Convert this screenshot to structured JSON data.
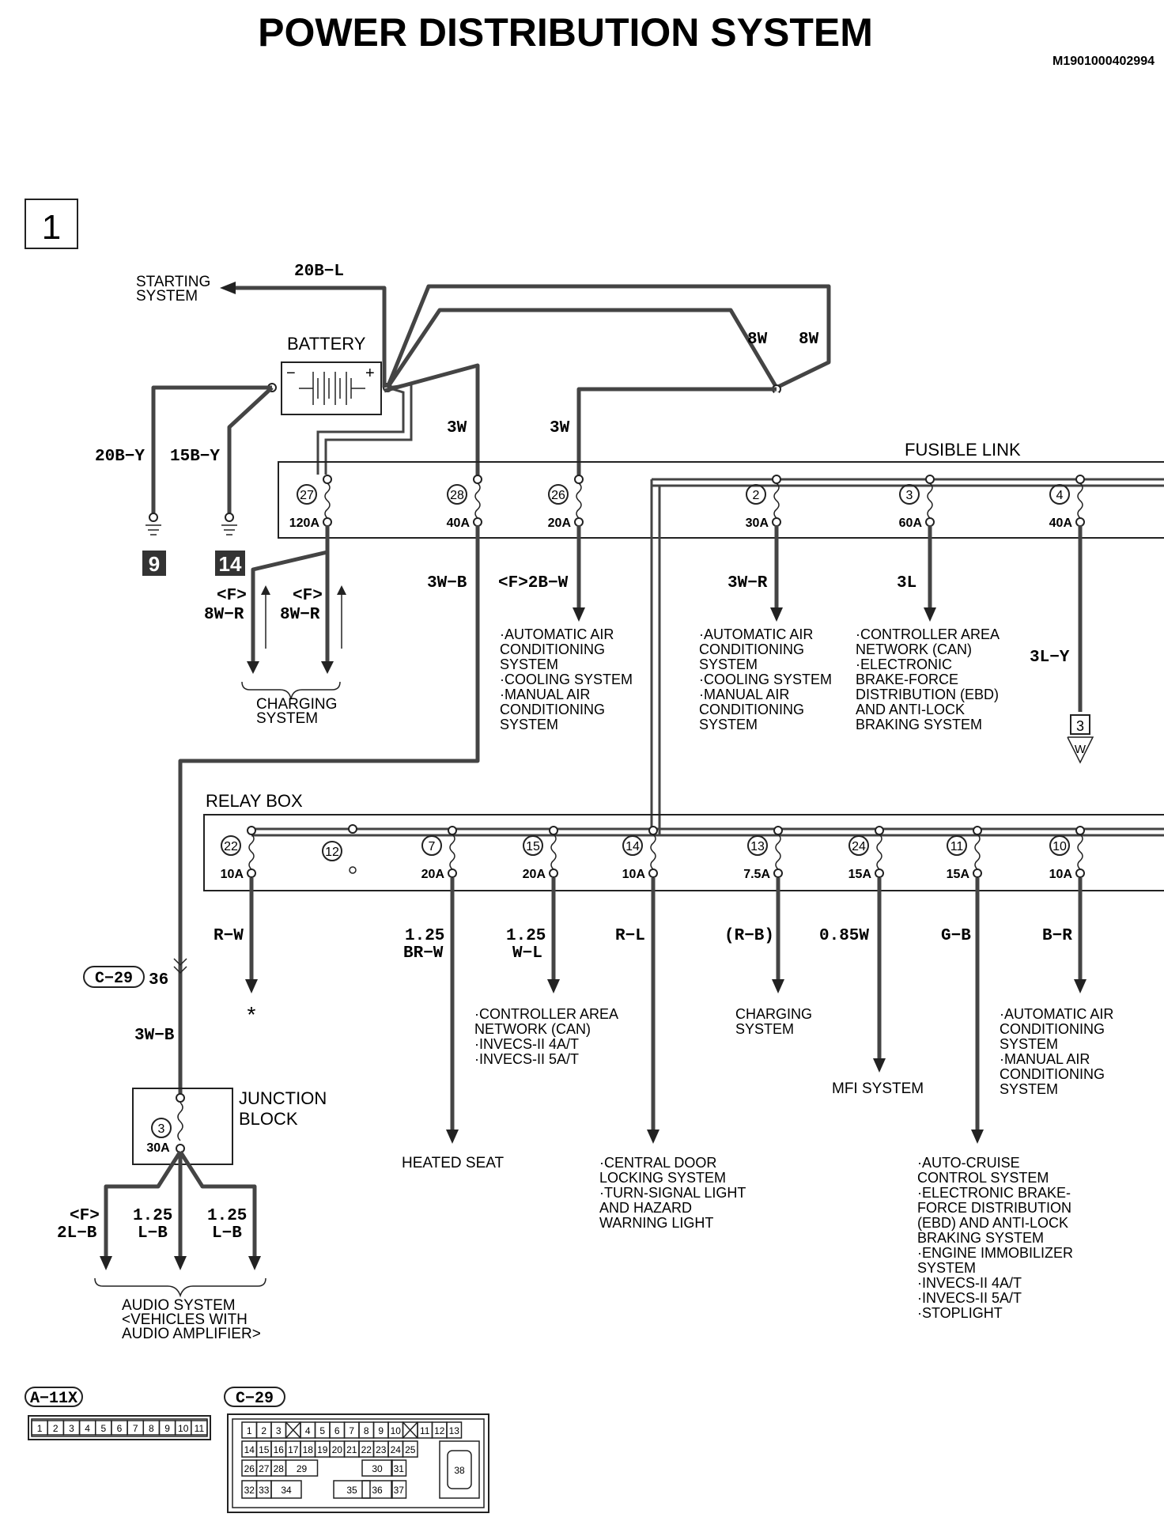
{
  "header": {
    "title": "POWER DISTRIBUTION SYSTEM",
    "doc_id": "M1901000402994",
    "page_index": "1"
  },
  "battery": {
    "label": "BATTERY",
    "minus": "−",
    "plus": "+"
  },
  "starting": {
    "line1": "STARTING",
    "line2": "SYSTEM",
    "wire": "20B−L"
  },
  "grounds": [
    {
      "wire": "20B−Y",
      "number": "9"
    },
    {
      "wire": "15B−Y",
      "number": "14"
    }
  ],
  "fusible_link": {
    "label": "FUSIBLE LINK",
    "fuses": [
      {
        "num": "27",
        "amp": "120A"
      },
      {
        "num": "28",
        "amp": "40A"
      },
      {
        "num": "26",
        "amp": "20A"
      },
      {
        "num": "2",
        "amp": "30A"
      },
      {
        "num": "3",
        "amp": "60A"
      },
      {
        "num": "4",
        "amp": "40A"
      }
    ]
  },
  "feed_wires": {
    "w3w_a": "3W",
    "w3w_b": "3W",
    "w8w_a": "8W",
    "w8w_b": "8W"
  },
  "charging_top": {
    "wire_a_top": "<F>",
    "wire_a_bot": "8W−R",
    "wire_b_top": "<F>",
    "wire_b_bot": "8W−R",
    "line1": "CHARGING",
    "line2": "SYSTEM"
  },
  "fl_outputs": {
    "f28_wire": "3W−B",
    "f26_wire": "<F>2B−W",
    "f26_dest": [
      "·AUTOMATIC AIR",
      "CONDITIONING",
      "SYSTEM",
      "·COOLING SYSTEM",
      "·MANUAL AIR",
      "CONDITIONING",
      "SYSTEM"
    ],
    "f2_wire": "3W−R",
    "f2_dest": [
      "·AUTOMATIC AIR",
      "CONDITIONING",
      "SYSTEM",
      "·COOLING SYSTEM",
      "·MANUAL AIR",
      "CONDITIONING",
      "SYSTEM"
    ],
    "f3_wire": "3L",
    "f3_dest": [
      "·CONTROLLER AREA",
      "NETWORK (CAN)",
      "·ELECTRONIC",
      "BRAKE-FORCE",
      "DISTRIBUTION (EBD)",
      "AND ANTI-LOCK",
      "BRAKING SYSTEM"
    ],
    "f4_wire": "3L−Y",
    "f4_ref": "3",
    "f4_ref_sub": "W"
  },
  "relay_box": {
    "label": "RELAY BOX",
    "fuses": [
      {
        "num": "22",
        "amp": "10A"
      },
      {
        "num": "12",
        "amp": ""
      },
      {
        "num": "7",
        "amp": "20A"
      },
      {
        "num": "15",
        "amp": "20A"
      },
      {
        "num": "14",
        "amp": "10A"
      },
      {
        "num": "13",
        "amp": "7.5A"
      },
      {
        "num": "24",
        "amp": "15A"
      },
      {
        "num": "11",
        "amp": "15A"
      },
      {
        "num": "10",
        "amp": "10A"
      }
    ]
  },
  "rb_outputs": {
    "f22_wire": "R−W",
    "f22_dest": "*",
    "f7_wire_a": "1.25",
    "f7_wire_b": "BR−W",
    "f7_dest": "HEATED SEAT",
    "f15_wire_a": "1.25",
    "f15_wire_b": "W−L",
    "f15_dest": [
      "·CONTROLLER AREA",
      "NETWORK (CAN)",
      "·INVECS-II 4A/T",
      "·INVECS-II 5A/T"
    ],
    "f14_wire": "R−L",
    "f14_dest": [
      "·CENTRAL DOOR",
      "LOCKING SYSTEM",
      "·TURN-SIGNAL LIGHT",
      "AND HAZARD",
      "WARNING LIGHT"
    ],
    "f13_wire": "(R−B)",
    "f13_dest": [
      "CHARGING",
      "SYSTEM"
    ],
    "f24_wire": "0.85W",
    "f24_dest": "MFI SYSTEM",
    "f11_wire": "G−B",
    "f11_dest": [
      "·AUTO-CRUISE",
      "CONTROL SYSTEM",
      "·ELECTRONIC BRAKE-",
      "FORCE DISTRIBUTION",
      "(EBD) AND ANTI-LOCK",
      "BRAKING SYSTEM",
      "·ENGINE IMMOBILIZER",
      "SYSTEM",
      "·INVECS-II 4A/T",
      "·INVECS-II 5A/T",
      "·STOPLIGHT"
    ],
    "f10_wire": "B−R",
    "f10_dest": [
      "·AUTOMATIC AIR",
      "CONDITIONING",
      "SYSTEM",
      "·MANUAL AIR",
      "CONDITIONING",
      "SYSTEM"
    ]
  },
  "connector_c29": {
    "label": "C−29",
    "pin": "36",
    "wire": "3W−B"
  },
  "junction_block": {
    "label1": "JUNCTION",
    "label2": "BLOCK",
    "fuse_num": "3",
    "fuse_amp": "30A"
  },
  "audio": {
    "wire1_a": "<F>",
    "wire1_b": "2L−B",
    "wire2_a": "1.25",
    "wire2_b": "L−B",
    "wire3_a": "1.25",
    "wire3_b": "L−B",
    "line1": "AUDIO SYSTEM",
    "line2": "<VEHICLES WITH",
    "line3": "AUDIO  AMPLIFIER>"
  },
  "connectors": {
    "a11x_label": "A−11X",
    "a11x_pins": [
      "1",
      "2",
      "3",
      "4",
      "5",
      "6",
      "7",
      "8",
      "9",
      "10",
      "11"
    ],
    "c29_label": "C−29",
    "c29_row1": [
      "1",
      "2",
      "3",
      "",
      "4",
      "5",
      "6",
      "7",
      "8",
      "9",
      "10",
      "",
      "11",
      "12",
      "13"
    ],
    "c29_row2": [
      "14",
      "15",
      "16",
      "17",
      "18",
      "19",
      "20",
      "21",
      "22",
      "23",
      "24",
      "25"
    ],
    "c29_row3a": [
      "26",
      "27",
      "28",
      "29"
    ],
    "c29_row3b": [
      "30",
      "31"
    ],
    "c29_row4a": [
      "32",
      "33",
      "34"
    ],
    "c29_35": "35",
    "c29_row4b": [
      "36",
      "37"
    ],
    "c29_38": "38"
  }
}
